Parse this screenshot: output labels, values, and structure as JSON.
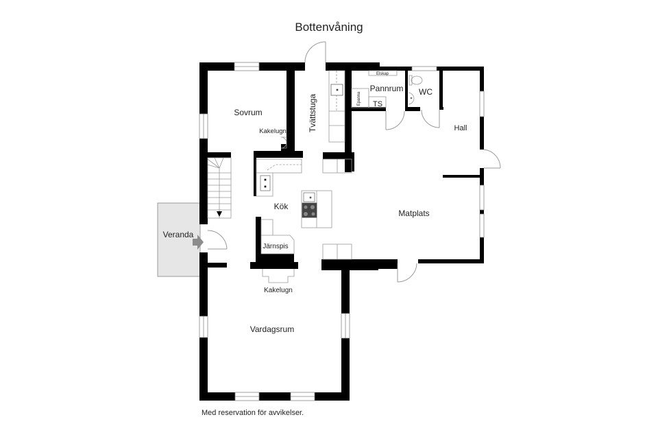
{
  "title": "Bottenvåning",
  "footer": "Med reservation för avvikelser.",
  "colors": {
    "wall": "#000000",
    "fixture_stroke": "#999999",
    "veranda_fill": "#e6e6e6",
    "veranda_stroke": "#999999",
    "arrow": "#8c8c8c",
    "text": "#222222",
    "stove_fill": "#444444"
  },
  "rooms": {
    "sovrum": "Sovrum",
    "kakelugn_1": "Kakelugn",
    "tvattstuga": "Tvättstuga",
    "pannrum": "Pannrum",
    "elskap": "Elskap",
    "epanna": "Epanna",
    "ts": "TS",
    "wc": "WC",
    "hall": "Hall",
    "kok": "Kök",
    "matplats": "Matplats",
    "veranda": "Veranda",
    "jarnspis": "Järnspis",
    "kakelugn_2": "Kakelugn",
    "vardagsrum": "Vardagsrum"
  }
}
